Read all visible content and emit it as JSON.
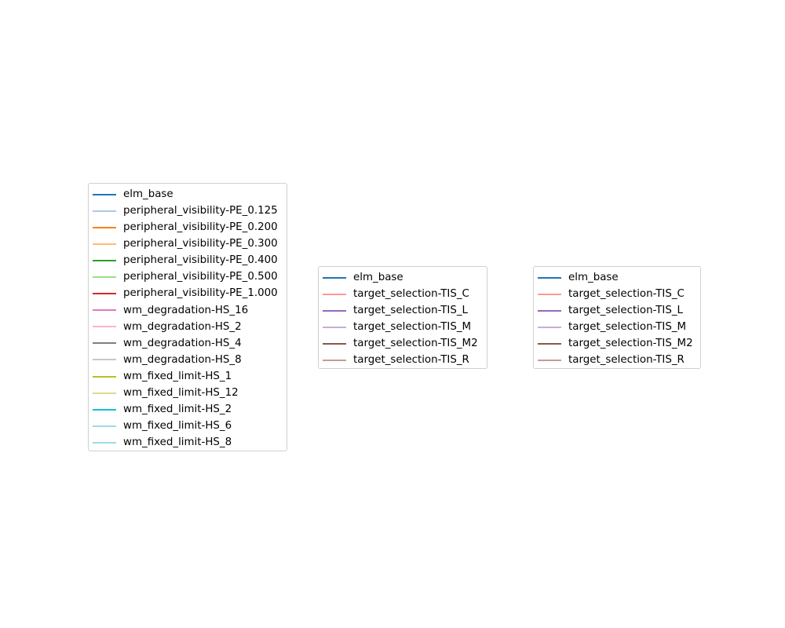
{
  "chart_data": [
    {
      "type": "line",
      "title": "",
      "xlabel": "",
      "ylabel": "",
      "legend_placement": "center-left",
      "series": [
        {
          "name": "elm_base",
          "color": "#1f77b4",
          "values": []
        },
        {
          "name": "peripheral_visibility-PE_0.125",
          "color": "#aec7e8",
          "values": []
        },
        {
          "name": "peripheral_visibility-PE_0.200",
          "color": "#ff7f0e",
          "values": []
        },
        {
          "name": "peripheral_visibility-PE_0.300",
          "color": "#ffbb78",
          "values": []
        },
        {
          "name": "peripheral_visibility-PE_0.400",
          "color": "#2ca02c",
          "values": []
        },
        {
          "name": "peripheral_visibility-PE_0.500",
          "color": "#98df8a",
          "values": []
        },
        {
          "name": "peripheral_visibility-PE_1.000",
          "color": "#d62728",
          "values": []
        },
        {
          "name": "wm_degradation-HS_16",
          "color": "#e377c2",
          "values": []
        },
        {
          "name": "wm_degradation-HS_2",
          "color": "#f7b6d2",
          "values": []
        },
        {
          "name": "wm_degradation-HS_4",
          "color": "#7f7f7f",
          "values": []
        },
        {
          "name": "wm_degradation-HS_8",
          "color": "#c7c7c7",
          "values": []
        },
        {
          "name": "wm_fixed_limit-HS_1",
          "color": "#bcbd22",
          "values": []
        },
        {
          "name": "wm_fixed_limit-HS_12",
          "color": "#dbdb8d",
          "values": []
        },
        {
          "name": "wm_fixed_limit-HS_2",
          "color": "#17becf",
          "values": []
        },
        {
          "name": "wm_fixed_limit-HS_6",
          "color": "#9edae5",
          "values": []
        },
        {
          "name": "wm_fixed_limit-HS_8",
          "color": "#9edae5",
          "values": []
        }
      ]
    },
    {
      "type": "line",
      "title": "",
      "xlabel": "",
      "ylabel": "",
      "legend_placement": "center",
      "series": [
        {
          "name": "elm_base",
          "color": "#1f77b4",
          "values": []
        },
        {
          "name": "target_selection-TIS_C",
          "color": "#ff9896",
          "values": []
        },
        {
          "name": "target_selection-TIS_L",
          "color": "#9467bd",
          "values": []
        },
        {
          "name": "target_selection-TIS_M",
          "color": "#c5b0d5",
          "values": []
        },
        {
          "name": "target_selection-TIS_M2",
          "color": "#8c564b",
          "values": []
        },
        {
          "name": "target_selection-TIS_R",
          "color": "#c49c94",
          "values": []
        }
      ]
    },
    {
      "type": "line",
      "title": "",
      "xlabel": "",
      "ylabel": "",
      "legend_placement": "center-right",
      "series": [
        {
          "name": "elm_base",
          "color": "#1f77b4",
          "values": []
        },
        {
          "name": "target_selection-TIS_C",
          "color": "#ff9896",
          "values": []
        },
        {
          "name": "target_selection-TIS_L",
          "color": "#9467bd",
          "values": []
        },
        {
          "name": "target_selection-TIS_M",
          "color": "#c5b0d5",
          "values": []
        },
        {
          "name": "target_selection-TIS_M2",
          "color": "#8c564b",
          "values": []
        },
        {
          "name": "target_selection-TIS_R",
          "color": "#c49c94",
          "values": []
        }
      ]
    }
  ]
}
